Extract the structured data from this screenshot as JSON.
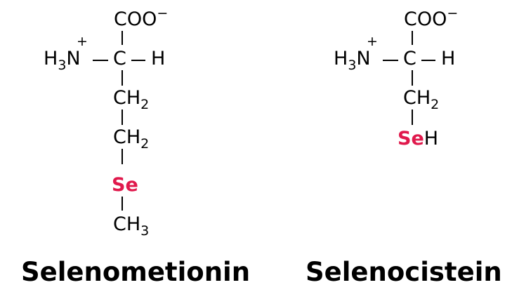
{
  "structures": [
    {
      "carboxyl": "COO",
      "charge": "−",
      "amino_prefix": "H",
      "amino_sub": "3",
      "amino_atom": "N",
      "amino_charge": "+",
      "alpha_c": "C",
      "alpha_h": "H",
      "ch2_atom": "CH",
      "ch2_sub": "2",
      "se": "Se",
      "ch3_atom": "CH",
      "ch3_sub": "3",
      "name": "Selenometionin"
    },
    {
      "carboxyl": "COO",
      "charge": "−",
      "amino_prefix": "H",
      "amino_sub": "3",
      "amino_atom": "N",
      "amino_charge": "+",
      "alpha_c": "C",
      "alpha_h": "H",
      "ch2_atom": "CH",
      "ch2_sub": "2",
      "se": "Se",
      "seh_h": "H",
      "name": "Selenocistein"
    }
  ],
  "colors": {
    "selenium": "#e0194c",
    "text": "#000000"
  }
}
